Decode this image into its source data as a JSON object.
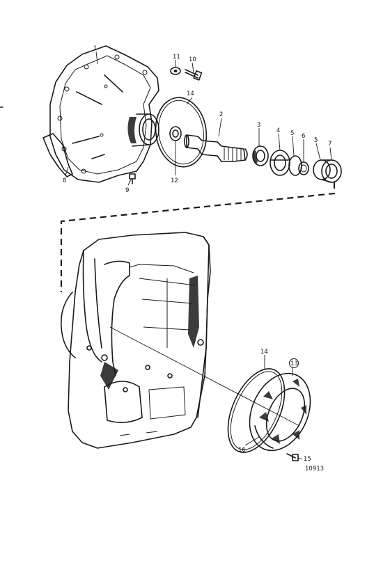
{
  "callouts": [
    {
      "id": "1",
      "text": "1"
    },
    {
      "id": "2",
      "text": "2"
    },
    {
      "id": "3",
      "text": "3"
    },
    {
      "id": "4",
      "text": "4"
    },
    {
      "id": "5a",
      "text": "5"
    },
    {
      "id": "5b",
      "text": "5"
    },
    {
      "id": "6",
      "text": "6"
    },
    {
      "id": "7",
      "text": "7"
    },
    {
      "id": "8",
      "text": "8"
    },
    {
      "id": "9",
      "text": "9"
    },
    {
      "id": "10",
      "text": "10"
    },
    {
      "id": "11",
      "text": "11"
    },
    {
      "id": "12",
      "text": "12"
    },
    {
      "id": "13",
      "text": "13"
    },
    {
      "id": "14a",
      "text": "14"
    },
    {
      "id": "14b",
      "text": "14"
    },
    {
      "id": "15",
      "text": "15"
    },
    {
      "id": "16",
      "text": "16"
    }
  ],
  "figure_reference": "10913"
}
